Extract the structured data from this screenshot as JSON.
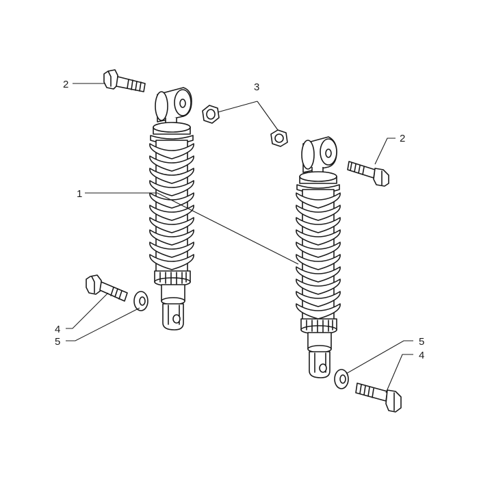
{
  "callouts": {
    "shock_absorber": "1",
    "upper_screw_left": "2",
    "upper_screw_right": "2",
    "nut": "3",
    "lower_screw_left": "4",
    "lower_screw_right": "4",
    "washer_left": "5",
    "washer_right": "5"
  },
  "colors": {
    "line": "#1a1a1a",
    "background": "#ffffff"
  }
}
